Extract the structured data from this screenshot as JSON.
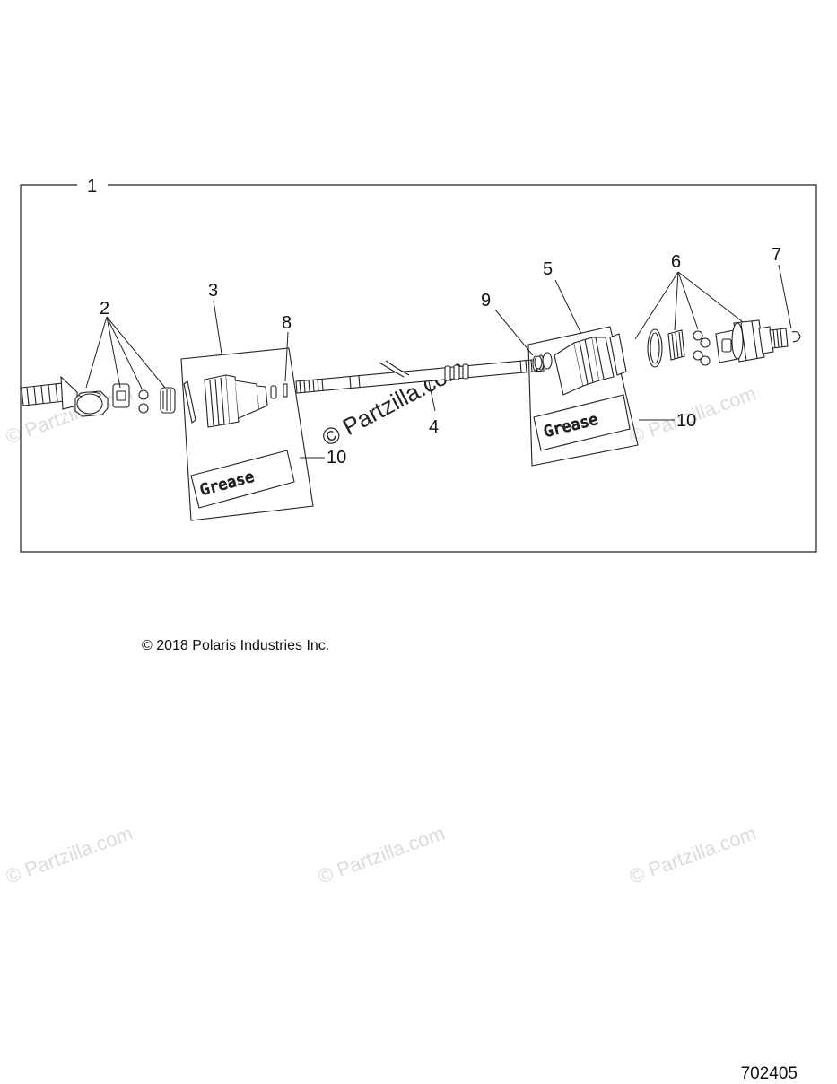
{
  "diagram": {
    "callouts": {
      "c1": "1",
      "c2": "2",
      "c3": "3",
      "c4": "4",
      "c5": "5",
      "c6": "6",
      "c7": "7",
      "c8": "8",
      "c9": "9",
      "c10a": "10",
      "c10b": "10"
    },
    "kit_label": "Grease",
    "watermark": "© Partzilla.com"
  },
  "footer": {
    "copyright": "© 2018 Polaris Industries Inc.",
    "drawing_number": "702405"
  }
}
